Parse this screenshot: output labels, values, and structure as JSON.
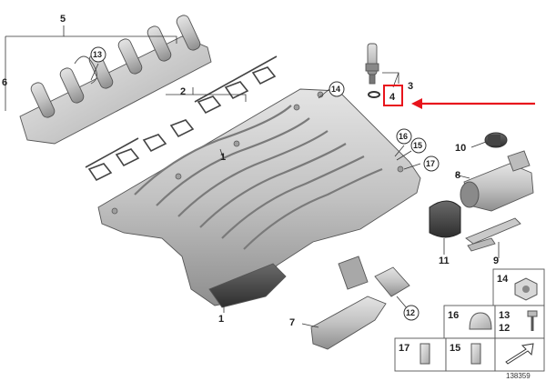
{
  "labels": {
    "l1": "1",
    "l2": "2",
    "l3": "3",
    "l4": "4",
    "l5": "5",
    "l6": "6",
    "l7": "7",
    "l8": "8",
    "l9": "9",
    "l10": "10",
    "l11": "11",
    "c12": "12",
    "c13": "13",
    "c14": "14",
    "c15": "15",
    "c16": "16",
    "c17": "17"
  },
  "grid": {
    "g14": "14",
    "g16": "16",
    "g13": "13",
    "g12": "12",
    "g17": "17",
    "g15": "15"
  },
  "diagram_id": "138359",
  "colors": {
    "highlight": "#e8141c",
    "part_fill": "#cfcfcf",
    "part_dark": "#8a8a8a",
    "line": "#333333"
  }
}
